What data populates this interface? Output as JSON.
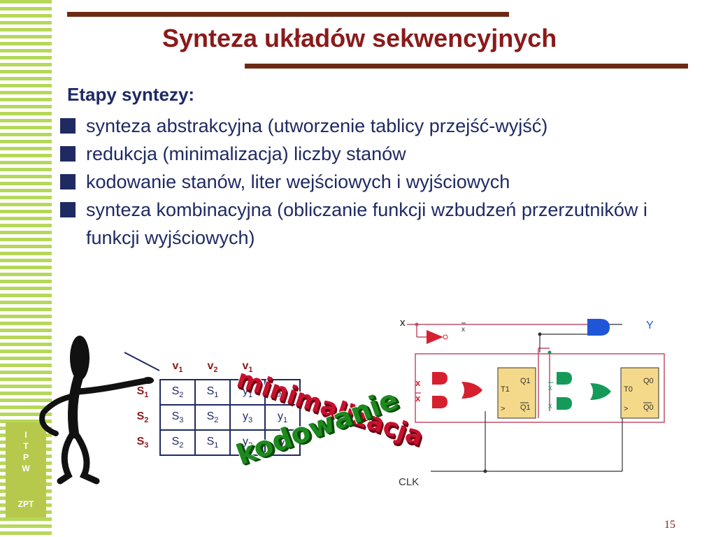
{
  "slide": {
    "title": "Synteza układów sekwencyjnych",
    "subtitle": "Etapy syntezy:",
    "bullets": [
      "synteza abstrakcyjna (utworzenie tablicy przejść-wyjść)",
      "redukcja (minimalizacja) liczby stanów",
      "kodowanie stanów, liter wejściowych i wyjściowych",
      "synteza kombinacyjna (obliczanie funkcji wzbudzeń przerzutników i funkcji wyjściowych)"
    ],
    "page_number": "15"
  },
  "logo": {
    "letters": [
      "I",
      "T",
      "P",
      "W"
    ],
    "label": "ZPT"
  },
  "state_table": {
    "col_headers": [
      {
        "base": "v",
        "sub": "1"
      },
      {
        "base": "v",
        "sub": "2"
      },
      {
        "base": "v",
        "sub": "1"
      },
      {
        "base": "",
        "sub": ""
      }
    ],
    "rows": [
      {
        "state": {
          "base": "S",
          "sub": "1"
        },
        "cells": [
          {
            "base": "S",
            "sub": "2"
          },
          {
            "base": "S",
            "sub": "1"
          },
          {
            "base": "y",
            "sub": "1"
          },
          {
            "base": "y",
            "sub": "2"
          }
        ]
      },
      {
        "state": {
          "base": "S",
          "sub": "2"
        },
        "cells": [
          {
            "base": "S",
            "sub": "3"
          },
          {
            "base": "S",
            "sub": "2"
          },
          {
            "base": "y",
            "sub": "3"
          },
          {
            "base": "y",
            "sub": "1"
          }
        ]
      },
      {
        "state": {
          "base": "S",
          "sub": "3"
        },
        "cells": [
          {
            "base": "S",
            "sub": "2"
          },
          {
            "base": "S",
            "sub": "1"
          },
          {
            "base": "y",
            "sub": "2"
          },
          {
            "base": "y",
            "sub": ""
          }
        ]
      }
    ]
  },
  "wordart": {
    "first": "minimalizacja",
    "second": "kodowanie"
  },
  "circuit": {
    "input_x": "x",
    "not_x": "x",
    "output_y": "Y",
    "clock": "CLK",
    "ff1": {
      "name": "T1",
      "q": "Q1",
      "qn": "Q1",
      "clk": ">"
    },
    "ff0": {
      "name": "T0",
      "q": "Q0",
      "qn": "Q0",
      "clk": ">"
    },
    "gate_in_x": "x",
    "gate_in_notx": "x"
  },
  "colors": {
    "title": "#8b1a1a",
    "text": "#1f2a63",
    "bar": "#6b2a12",
    "stripe": "#b6d75a",
    "gate_red": "#d62030",
    "gate_green": "#159a5a",
    "wire": "#c0506a",
    "flipflop": "#f5d98a"
  }
}
